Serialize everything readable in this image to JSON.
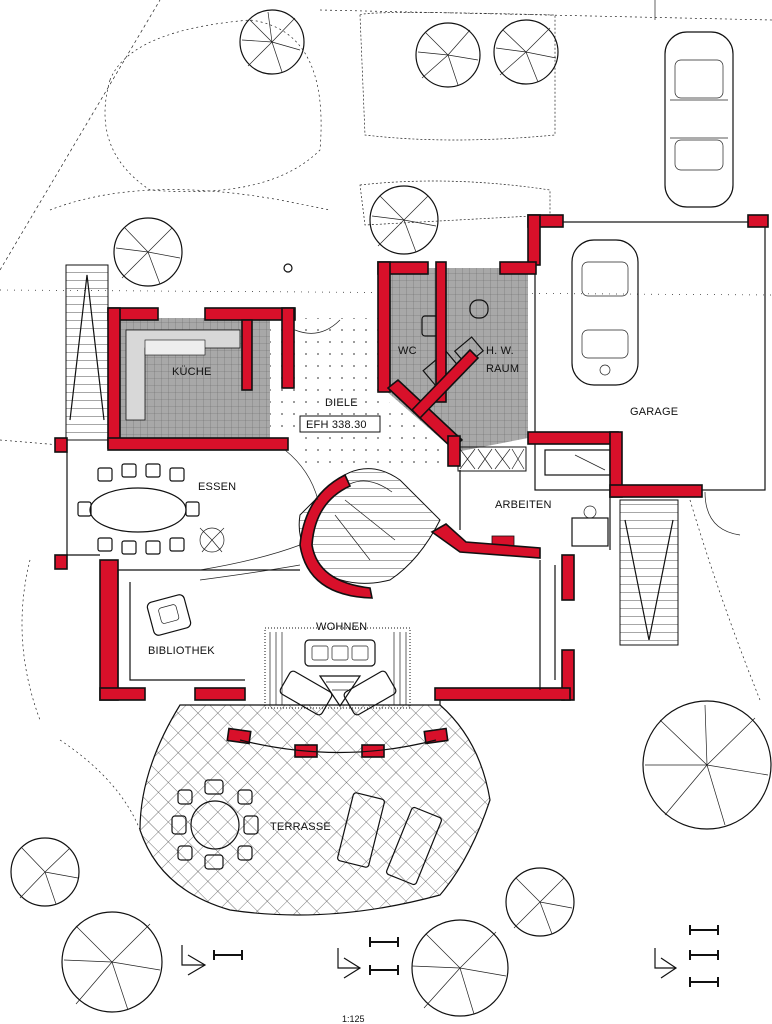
{
  "colors": {
    "wall": "#d8102a",
    "ink": "#111111",
    "paper": "#ffffff",
    "tile": "#9a9a9a"
  },
  "rooms": {
    "kueche": "KÜCHE",
    "essen": "ESSEN",
    "diele": "DIELE",
    "efh": "EFH 338.30",
    "wc": "WC",
    "hw_raum_1": "H. W.",
    "hw_raum_2": "RAUM",
    "garage": "GARAGE",
    "arbeiten": "ARBEITEN",
    "bibliothek": "BIBLIOTHEK",
    "wohnen": "WOHNEN",
    "terrasse": "TERRASSE"
  },
  "scale": "1:125"
}
